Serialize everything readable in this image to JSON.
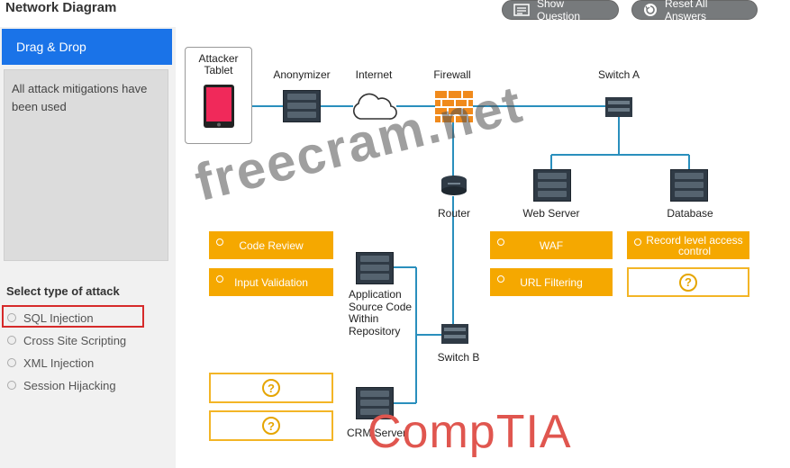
{
  "header": {
    "title": "Network Diagram",
    "show_question": "Show Question",
    "reset_answers": "Reset All Answers"
  },
  "sidebar": {
    "tab": "Drag & Drop",
    "drop_message": "All attack mitigations have been used",
    "select_label": "Select type of attack",
    "options": [
      "SQL Injection",
      "Cross Site Scripting",
      "XML Injection",
      "Session Hijacking"
    ],
    "selected_option": "SQL Injection"
  },
  "diagram": {
    "nodes": {
      "attacker_tablet": "Attacker Tablet",
      "anonymizer": "Anonymizer",
      "internet": "Internet",
      "firewall": "Firewall",
      "switch_a": "Switch A",
      "router": "Router",
      "web_server": "Web Server",
      "database": "Database",
      "app_source": "Application Source Code Within Repository",
      "switch_b": "Switch B",
      "crm_server": "CRM Server"
    },
    "mitigations": {
      "code_review": "Code Review",
      "input_validation": "Input Validation",
      "waf": "WAF",
      "record_level": "Record level access control",
      "url_filtering": "URL Filtering"
    },
    "placeholder_icon": "?"
  },
  "watermark": "freecram.net",
  "logo": "CompTIA",
  "colors": {
    "accent": "#1a73e8",
    "slot": "#f5a800",
    "highlight": "#d62a2a",
    "line": "#2a8fbd"
  }
}
